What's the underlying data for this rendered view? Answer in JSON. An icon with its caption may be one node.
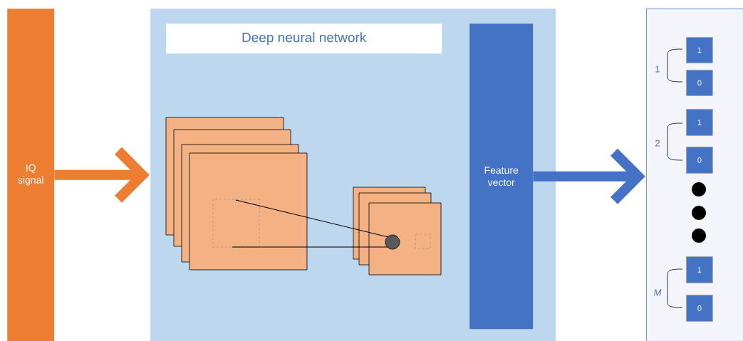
{
  "diagram": {
    "nodes": [
      {
        "text": [
          "IQ signal"
        ]
      },
      {
        "text": [
          "Deep neural network"
        ]
      },
      {
        "text": [
          "Feature vector"
        ],
        "in": 1
      },
      {
        "text": [],
        "shape": "box"
      },
      {
        "text": [
          "1"
        ],
        "in": 3
      },
      {
        "text": [
          "0"
        ],
        "in": 3
      },
      {
        "text": [
          "1"
        ],
        "in": 3
      },
      {
        "text": [
          "0"
        ],
        "in": 3
      },
      {
        "text": [
          "1"
        ],
        "in": 3
      },
      {
        "text": [
          "0"
        ],
        "in": 3
      }
    ],
    "edges": [
      {
        "from": 0,
        "to": 1,
        "arrow": "to",
        "color": "#ed7d31"
      },
      {
        "from": 2,
        "to": 3,
        "arrow": "to",
        "color": "#4472c4"
      }
    ],
    "labels": [
      "1",
      "2",
      "M"
    ]
  }
}
